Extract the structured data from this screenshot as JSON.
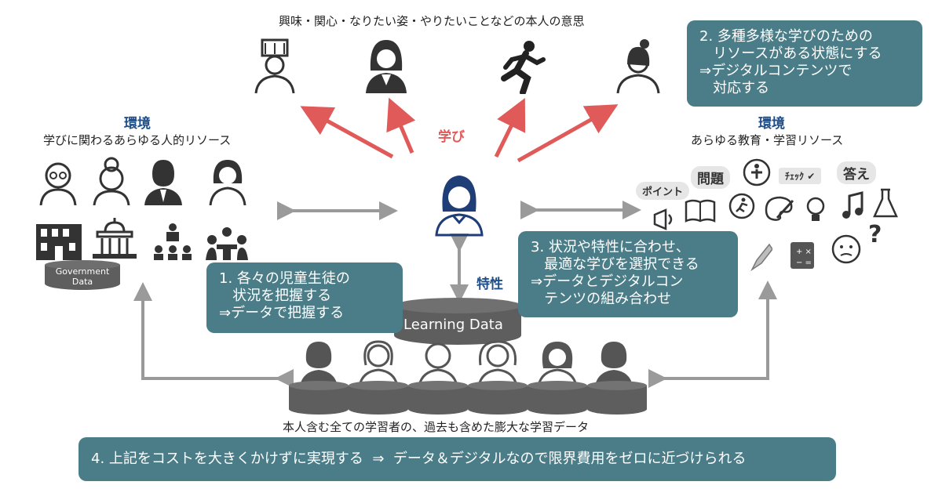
{
  "top_caption": "興味・関心・なりたい姿・やりたいことなどの本人の意思",
  "learning_label": "学び",
  "left": {
    "heading": "環境",
    "sub": "学びに関わるあらゆる人的リソース",
    "government_data": "Government\nData"
  },
  "right": {
    "heading": "環境",
    "sub": "あらゆる教育・学習リソース",
    "bubbles": {
      "point": "ポイント",
      "mondai": "問題",
      "check": "ﾁｪｯｸ",
      "kotae": "答え"
    }
  },
  "box1": "1. 各々の児童生徒の\n   状況を把握する\n⇒データで把握する",
  "box2": "2. 多種多様な学びのための\n   リソースがある状態にする\n⇒デジタルコンテンツで\n   対応する",
  "box3": "3. 状況や特性に合わせ、\n   最適な学びを選択できる\n⇒データとデジタルコン\n   テンツの組み合わせ",
  "box4": "4. 上記をコストを大きくかけずに実現する  ⇒  データ＆デジタルなので限界費用をゼロに近づけられる",
  "tokusei": "特性",
  "learning_data": "Learning Data",
  "bottom_caption": "本人含む全ての学習者の、過去も含めた膨大な学習データ",
  "colors": {
    "box": "#4b7d88",
    "heading": "#1d4e89",
    "red_arrow": "#e05a5a",
    "gray_arrow": "#9a9a9a",
    "cylinder": "#5e5e5e"
  }
}
